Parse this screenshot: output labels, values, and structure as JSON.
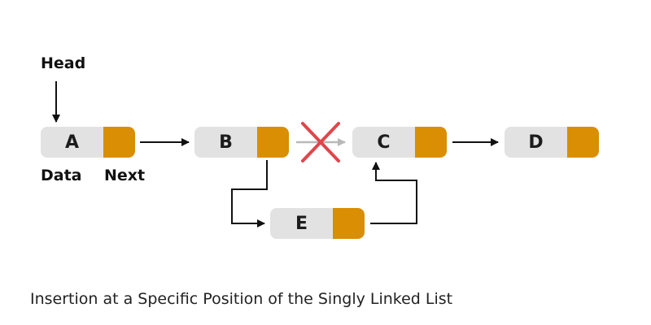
{
  "nodes": {
    "a": {
      "data": "A"
    },
    "b": {
      "data": "B"
    },
    "c": {
      "data": "C"
    },
    "d": {
      "data": "D"
    },
    "e": {
      "data": "E"
    }
  },
  "labels": {
    "head": "Head",
    "data": "Data",
    "next": "Next"
  },
  "caption": "Insertion at a Specific Position of the Singly Linked List",
  "colors": {
    "node_data_fill": "#e2e2e2",
    "node_next_fill": "#d98e04",
    "arrow": "#111111",
    "removed_link": "#b8b8b8",
    "cross": "#e0454a"
  },
  "icons": {
    "removed_link_marker": "cross-icon"
  }
}
